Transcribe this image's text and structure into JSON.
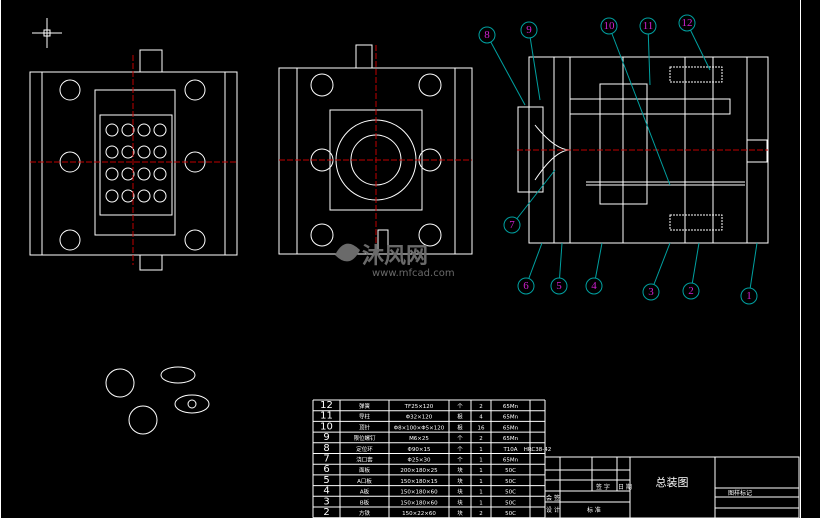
{
  "colors": {
    "background": "#000000",
    "line": "#ffffff",
    "centerline": "#c00000",
    "balloon_circle": "#00a0a0",
    "balloon_text": "#d020d0",
    "watermark": "#6a6a6a"
  },
  "watermark": {
    "brand": "沐风网",
    "url": "www.mfcad.com"
  },
  "balloons": [
    "1",
    "2",
    "3",
    "4",
    "5",
    "6",
    "7",
    "8",
    "9",
    "10",
    "11",
    "12"
  ],
  "bom": {
    "rows": [
      {
        "no": "12",
        "name": "弹簧",
        "spec": "TF25×120",
        "unit": "个",
        "qty": "2",
        "material": "65Mn",
        "note": ""
      },
      {
        "no": "11",
        "name": "导柱",
        "spec": "Φ32×120",
        "unit": "根",
        "qty": "4",
        "material": "65Mn",
        "note": ""
      },
      {
        "no": "10",
        "name": "顶针",
        "spec": "Φ8×100×Φ5×120",
        "unit": "根",
        "qty": "16",
        "material": "65Mn",
        "note": ""
      },
      {
        "no": "9",
        "name": "限位螺钉",
        "spec": "M6×25",
        "unit": "个",
        "qty": "2",
        "material": "65Mn",
        "note": ""
      },
      {
        "no": "8",
        "name": "定位环",
        "spec": "Φ90×15",
        "unit": "个",
        "qty": "1",
        "material": "T10A",
        "note": "HRC38-42"
      },
      {
        "no": "7",
        "name": "浇口套",
        "spec": "Φ25×30",
        "unit": "个",
        "qty": "1",
        "material": "65Mn",
        "note": ""
      },
      {
        "no": "6",
        "name": "面板",
        "spec": "200×180×25",
        "unit": "块",
        "qty": "1",
        "material": "50C",
        "note": ""
      },
      {
        "no": "5",
        "name": "A口板",
        "spec": "150×180×15",
        "unit": "块",
        "qty": "1",
        "material": "50C",
        "note": ""
      },
      {
        "no": "4",
        "name": "A板",
        "spec": "150×180×60",
        "unit": "块",
        "qty": "1",
        "material": "50C",
        "note": ""
      },
      {
        "no": "3",
        "name": "B板",
        "spec": "150×180×60",
        "unit": "块",
        "qty": "1",
        "material": "50C",
        "note": ""
      },
      {
        "no": "2",
        "name": "方铁",
        "spec": "150×22×60",
        "unit": "块",
        "qty": "2",
        "material": "50C",
        "note": ""
      }
    ]
  },
  "title_block": {
    "title": "总装图",
    "sign": "签 字",
    "date": "日 期",
    "review": "会 签",
    "design": "设 计",
    "standard": "标 准",
    "scale_label": "图样标记"
  }
}
